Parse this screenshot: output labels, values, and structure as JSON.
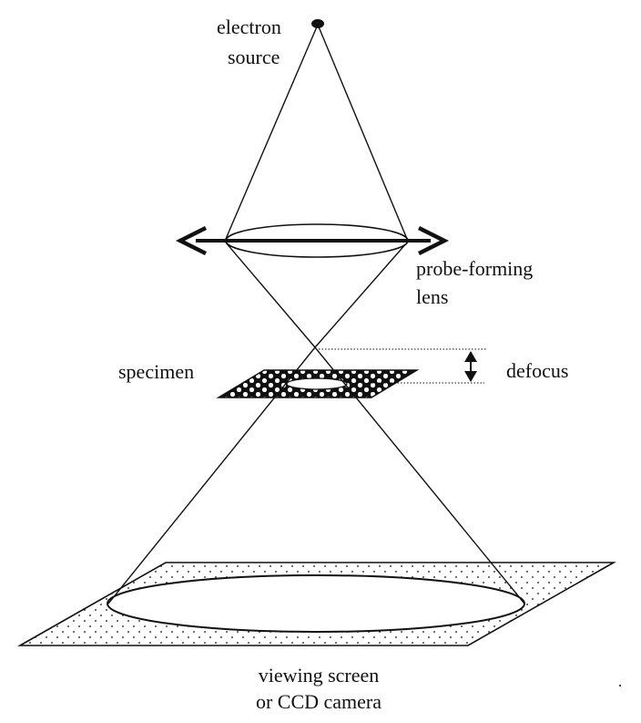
{
  "labels": {
    "source_line1": "electron",
    "source_line2": "source",
    "lens_line1": "probe-forming",
    "lens_line2": "lens",
    "specimen": "specimen",
    "defocus": "defocus",
    "screen_line1": "viewing screen",
    "screen_line2": "or CCD camera"
  },
  "colors": {
    "ink": "#111111",
    "background": "#ffffff"
  }
}
